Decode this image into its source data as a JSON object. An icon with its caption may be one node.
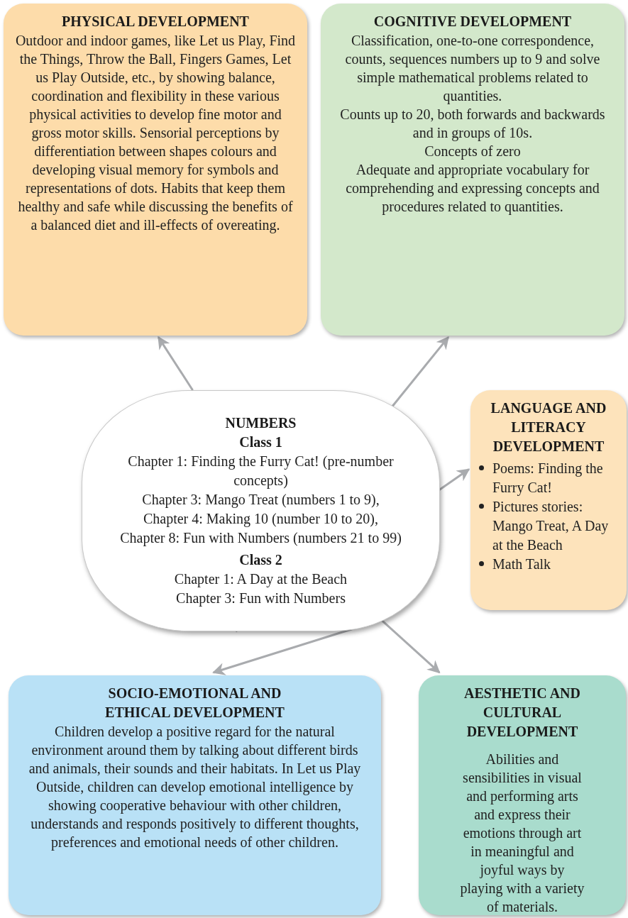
{
  "diagram": {
    "nodes": [
      {
        "text": [
          "PHYSICAL DEVELOPMENT",
          "Outdoor and indoor games, like Let us Play, Find the Things, Throw the Ball, Fingers Games, Let us Play Outside, etc., by showing balance, coordination and flexibility in these various physical activities to develop fine motor and gross motor skills. Sensorial perceptions by differentiation between shapes colours and developing visual memory for symbols and representations of dots. Habits that keep them healthy and safe while discussing the benefits of a balanced diet and ill-effects of overeating."
        ]
      },
      {
        "text": [
          "COGNITIVE DEVELOPMENT",
          "Classification, one-to-one correspondence, counts, sequences numbers up to 9 and solve simple mathematical problems related to quantities.",
          "Counts up to 20, both forwards and backwards and in groups of 10s.",
          "Concepts of zero",
          "Adequate and appropriate vocabulary for comprehending and expressing concepts and procedures related to quantities."
        ]
      },
      {
        "text": [
          "NUMBERS",
          "Class 1",
          "Chapter 1: Finding the Furry Cat! (pre-number concepts)",
          "Chapter 3: Mango Treat (numbers 1 to 9),",
          "Chapter 4: Making 10 (number 10 to 20),",
          "Chapter 8: Fun with Numbers (numbers 21 to 99)",
          "Class 2",
          "Chapter 1: A Day at the Beach",
          "Chapter 3: Fun with Numbers"
        ]
      },
      {
        "text": [
          "LANGUAGE AND LITERACY DEVELOPMENT",
          "Poems: Finding the Furry Cat!",
          "Pictures stories: Mango Treat, A Day at the Beach",
          "Math Talk"
        ]
      },
      {
        "text": [
          "SOCIO-EMOTIONAL AND ETHICAL DEVELOPMENT",
          "Children develop a positive regard for the natural environment around them by talking about different birds and animals, their sounds and their habitats. In Let us Play Outside, children can develop emotional intelligence by showing cooperative behaviour with other children, understands and responds positively to different thoughts, preferences and emotional needs of other children."
        ]
      },
      {
        "text": [
          "AESTHETIC AND CULTURAL DEVELOPMENT",
          "Abilities and sensibilities in visual and performing arts and express their emotions through art in meaningful and joyful ways by playing with a variety of materials."
        ]
      }
    ],
    "edges": [
      {
        "from": 2,
        "to": 0,
        "arrow": "to"
      },
      {
        "from": 2,
        "to": 1,
        "arrow": "to"
      },
      {
        "from": 2,
        "to": 3,
        "arrow": "to"
      },
      {
        "from": 2,
        "to": 4,
        "arrow": "to"
      },
      {
        "from": 2,
        "to": 5,
        "arrow": "to"
      }
    ]
  }
}
